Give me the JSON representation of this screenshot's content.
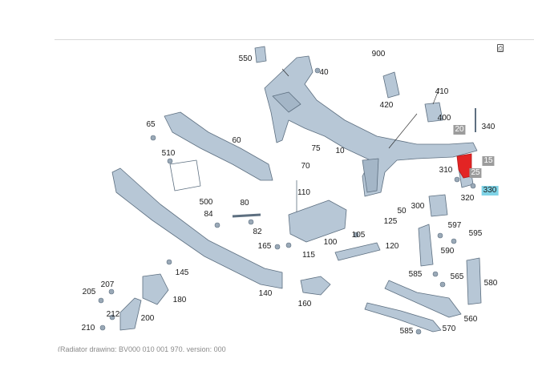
{
  "diagram": {
    "labels": [
      {
        "id": "550",
        "text": "550"
      },
      {
        "id": "40",
        "text": "40"
      },
      {
        "id": "900",
        "text": "900"
      },
      {
        "id": "410",
        "text": "410"
      },
      {
        "id": "420",
        "text": "420"
      },
      {
        "id": "400",
        "text": "400"
      },
      {
        "id": "65",
        "text": "65"
      },
      {
        "id": "60",
        "text": "60"
      },
      {
        "id": "75",
        "text": "75"
      },
      {
        "id": "10",
        "text": "10"
      },
      {
        "id": "20",
        "text": "20"
      },
      {
        "id": "340",
        "text": "340"
      },
      {
        "id": "15",
        "text": "15"
      },
      {
        "id": "25",
        "text": "25"
      },
      {
        "id": "330",
        "text": "330"
      },
      {
        "id": "310",
        "text": "310"
      },
      {
        "id": "320",
        "text": "320"
      },
      {
        "id": "510",
        "text": "510"
      },
      {
        "id": "70",
        "text": "70"
      },
      {
        "id": "110",
        "text": "110"
      },
      {
        "id": "500",
        "text": "500"
      },
      {
        "id": "80",
        "text": "80"
      },
      {
        "id": "84",
        "text": "84"
      },
      {
        "id": "82",
        "text": "82"
      },
      {
        "id": "50",
        "text": "50"
      },
      {
        "id": "300",
        "text": "300"
      },
      {
        "id": "125",
        "text": "125"
      },
      {
        "id": "597",
        "text": "597"
      },
      {
        "id": "595",
        "text": "595"
      },
      {
        "id": "105",
        "text": "105"
      },
      {
        "id": "100",
        "text": "100"
      },
      {
        "id": "165",
        "text": "165"
      },
      {
        "id": "115",
        "text": "115"
      },
      {
        "id": "120",
        "text": "120"
      },
      {
        "id": "590",
        "text": "590"
      },
      {
        "id": "145",
        "text": "145"
      },
      {
        "id": "585a",
        "text": "585"
      },
      {
        "id": "565",
        "text": "565"
      },
      {
        "id": "580",
        "text": "580"
      },
      {
        "id": "207",
        "text": "207"
      },
      {
        "id": "205",
        "text": "205"
      },
      {
        "id": "180",
        "text": "180"
      },
      {
        "id": "140",
        "text": "140"
      },
      {
        "id": "160",
        "text": "160"
      },
      {
        "id": "212",
        "text": "212"
      },
      {
        "id": "200",
        "text": "200"
      },
      {
        "id": "210",
        "text": "210"
      },
      {
        "id": "560",
        "text": "560"
      },
      {
        "id": "585b",
        "text": "585"
      },
      {
        "id": "570",
        "text": "570"
      }
    ]
  },
  "footer": {
    "text": "(Radiator drawing; BV000 010 001 970, version: 000"
  },
  "colors": {
    "part_fill": "#b7c7d6",
    "part_stroke": "#5d6f80",
    "highlight_red": "#e32424",
    "callout_box": "#9c9c9c",
    "callout_cyan": "#7fd3e6"
  }
}
